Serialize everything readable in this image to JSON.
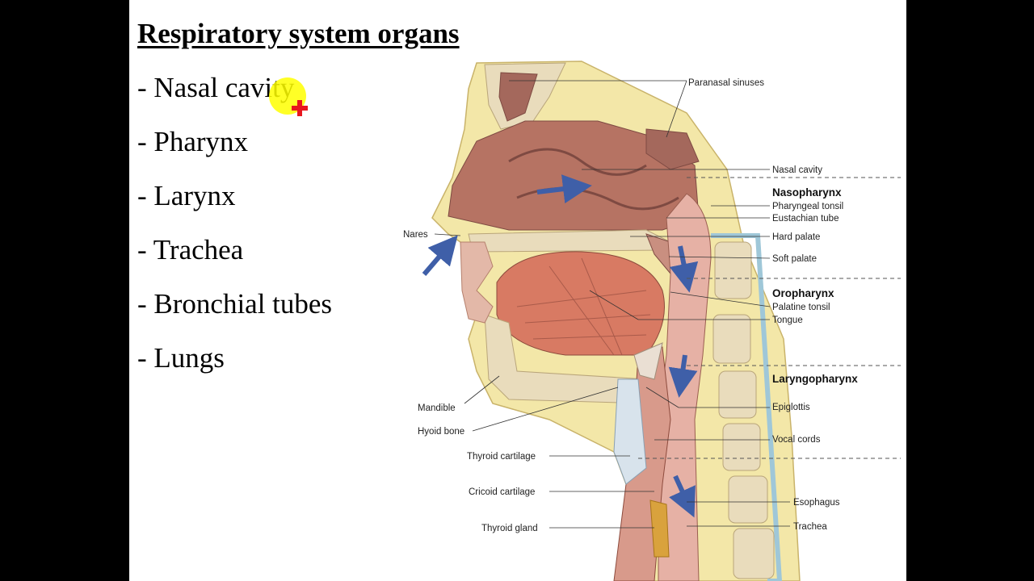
{
  "slide": {
    "title": "Respiratory system organs",
    "bullets": [
      "- Nasal cavity",
      "- Pharynx",
      "- Larynx",
      "- Trachea",
      "- Bronchial tubes",
      "- Lungs"
    ]
  },
  "diagram": {
    "labels": {
      "paranasal_sinuses": "Paranasal sinuses",
      "nasal_cavity": "Nasal cavity",
      "nasopharynx": "Nasopharynx",
      "pharyngeal_tonsil": "Pharyngeal tonsil",
      "eustachian_tube": "Eustachian tube",
      "hard_palate": "Hard palate",
      "soft_palate": "Soft palate",
      "oropharynx": "Oropharynx",
      "palatine_tonsil": "Palatine tonsil",
      "tongue": "Tongue",
      "laryngopharynx": "Laryngopharynx",
      "epiglottis": "Epiglottis",
      "vocal_cords": "Vocal cords",
      "esophagus": "Esophagus",
      "trachea": "Trachea",
      "nares": "Nares",
      "mandible": "Mandible",
      "hyoid_bone": "Hyoid bone",
      "thyroid_cartilage": "Thyroid cartilage",
      "cricoid_cartilage": "Cricoid cartilage",
      "thyroid_gland": "Thyroid gland"
    }
  },
  "colors": {
    "slide_bg": "#ffffff",
    "frame": "#000000",
    "skin": "#f3e7a8",
    "tissue": "#c98f80",
    "cavity": "#a4685c",
    "bone": "#e9dcbc",
    "cartilage": "#d8e3ec",
    "arrow": "#3f5fa8",
    "highlight": "#ffff00",
    "cursor_cross": "#e8161e"
  }
}
